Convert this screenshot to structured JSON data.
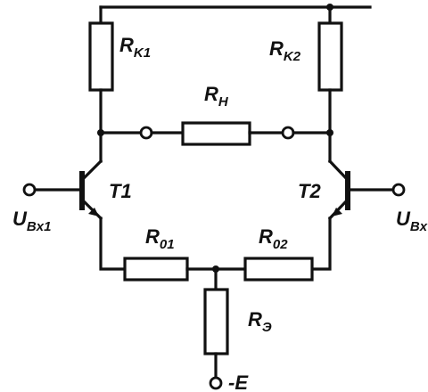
{
  "labels": {
    "rk1_main": "R",
    "rk1_sub": "K1",
    "rk2_main": "R",
    "rk2_sub": "K2",
    "rn_main": "R",
    "rn_sub": "H",
    "t1": "T1",
    "t2": "T2",
    "r01_main": "R",
    "r01_sub": "01",
    "r02_main": "R",
    "r02_sub": "02",
    "re_main": "R",
    "re_sub": "Э",
    "uin1_main": "U",
    "uin1_sub": "Bx1",
    "uin2_main": "U",
    "uin2_sub": "Bx",
    "supply": "-E"
  }
}
